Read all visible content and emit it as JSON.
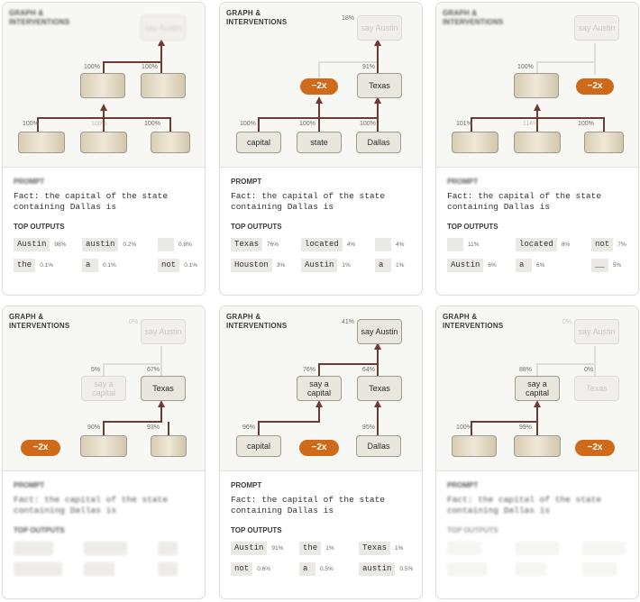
{
  "colors": {
    "edge": "#6e3b34",
    "faded_edge": "#e0ddd6",
    "negative": "#cf6a1a",
    "node_fill": "#e9e6dd"
  },
  "cards": [
    {
      "header": "GRAPH &\nINTERVENTIONS",
      "top_node": "say\nAustin",
      "top_pct": "",
      "mid_left_pct": "100%",
      "mid_right_pct": "100%",
      "bl_pct": "100%",
      "bm_pct": "100%",
      "br_pct": "100%",
      "prompt_label": "PROMPT",
      "prompt": "Fact: the capital of the state\ncontaining Dallas is",
      "outputs_label": "TOP OUTPUTS",
      "outputs": [
        {
          "tok": "Austin",
          "p": "98%"
        },
        {
          "tok": "austin",
          "p": "0.2%"
        },
        {
          "tok": "",
          "p": "0.8%"
        },
        {
          "tok": "the",
          "p": "0.1%"
        },
        {
          "tok": "a",
          "p": "0.1%"
        },
        {
          "tok": "not",
          "p": "0.1%"
        }
      ]
    },
    {
      "header": "GRAPH &\nINTERVENTIONS",
      "top_node": "say\nAustin",
      "top_pct": "18%",
      "mid_right": "Texas",
      "mid_left": "−2x",
      "mid_right_pct": "91%",
      "bl": "capital",
      "bm": "state",
      "br": "Dallas",
      "bl_pct": "100%",
      "bm_pct": "100%",
      "br_pct": "100%",
      "prompt_label": "PROMPT",
      "prompt": "Fact: the capital of the state\ncontaining Dallas is",
      "outputs_label": "TOP OUTPUTS",
      "outputs": [
        {
          "tok": "Texas",
          "p": "76%"
        },
        {
          "tok": "located",
          "p": "4%"
        },
        {
          "tok": "",
          "p": "4%"
        },
        {
          "tok": "Houston",
          "p": "3%"
        },
        {
          "tok": "Austin",
          "p": "1%"
        },
        {
          "tok": "a",
          "p": "1%"
        }
      ]
    },
    {
      "header": "GRAPH &\nINTERVENTIONS",
      "top_node": "say\nAustin",
      "top_pct": "",
      "mid_right": "−2x",
      "mid_left_pct": "100%",
      "bl_pct": "101%",
      "bm_pct": "114%",
      "br_pct": "100%",
      "prompt_label": "PROMPT",
      "prompt": "Fact: the capital of the state\ncontaining Dallas is",
      "outputs_label": "TOP OUTPUTS",
      "outputs": [
        {
          "tok": "",
          "p": "11%"
        },
        {
          "tok": "located",
          "p": "8%"
        },
        {
          "tok": "not",
          "p": "7%"
        },
        {
          "tok": "Austin",
          "p": "6%"
        },
        {
          "tok": "a",
          "p": "6%"
        },
        {
          "tok": "__",
          "p": "5%"
        }
      ]
    },
    {
      "header": "GRAPH &\nINTERVENTIONS",
      "top_node": "say\nAustin",
      "top_pct": "0%",
      "mid_left": "say a\ncapital",
      "mid_right": "Texas",
      "mid_left_pct": "5%",
      "mid_right_pct": "67%",
      "bl": "−2x",
      "bm_pct": "90%",
      "br_pct": "93%",
      "prompt_label": "PROMPT",
      "prompt": "Fact: the capital of the state\ncontaining Dallas is",
      "outputs_label": "TOP OUTPUTS",
      "outputs": [
        {
          "tok": "",
          "p": ""
        },
        {
          "tok": "",
          "p": ""
        },
        {
          "tok": "",
          "p": ""
        },
        {
          "tok": "",
          "p": ""
        },
        {
          "tok": "",
          "p": ""
        },
        {
          "tok": "",
          "p": ""
        }
      ]
    },
    {
      "header": "GRAPH &\nINTERVENTIONS",
      "top_node": "say\nAustin",
      "top_pct": "41%",
      "mid_left": "say a\ncapital",
      "mid_right": "Texas",
      "mid_left_pct": "76%",
      "mid_right_pct": "64%",
      "bl": "capital",
      "bm": "−2x",
      "br": "Dallas",
      "bl_pct": "96%",
      "br_pct": "95%",
      "prompt_label": "PROMPT",
      "prompt": "Fact: the capital of the state\ncontaining Dallas is",
      "outputs_label": "TOP OUTPUTS",
      "outputs": [
        {
          "tok": "Austin",
          "p": "91%"
        },
        {
          "tok": "the",
          "p": "1%"
        },
        {
          "tok": "Texas",
          "p": "1%"
        },
        {
          "tok": "not",
          "p": "0.6%"
        },
        {
          "tok": "a",
          "p": "0.5%"
        },
        {
          "tok": "austin",
          "p": "0.5%"
        }
      ]
    },
    {
      "header": "GRAPH &\nINTERVENTIONS",
      "top_node": "say\nAustin",
      "top_pct": "0%",
      "mid_left": "say a\ncapital",
      "mid_right": "Texas",
      "mid_left_pct": "88%",
      "mid_right_pct": "0%",
      "br": "−2x",
      "bl_pct": "100%",
      "bm_pct": "99%",
      "prompt_label": "PROMPT",
      "prompt": "Fact: the capital of the state\ncontaining Dallas is",
      "outputs_label": "TOP OUTPUTS",
      "outputs": [
        {
          "tok": "",
          "p": ""
        },
        {
          "tok": "",
          "p": ""
        },
        {
          "tok": "",
          "p": ""
        },
        {
          "tok": "",
          "p": ""
        },
        {
          "tok": "",
          "p": ""
        },
        {
          "tok": "",
          "p": ""
        }
      ]
    }
  ]
}
